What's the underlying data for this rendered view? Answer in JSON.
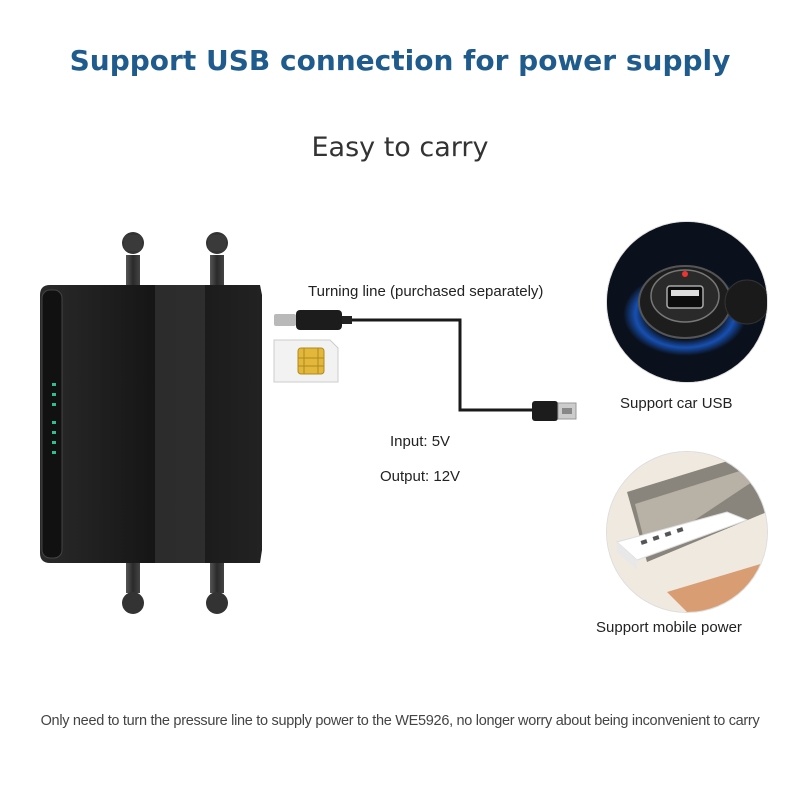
{
  "header": {
    "title": "Support USB connection for power supply",
    "subtitle": "Easy to carry"
  },
  "cable": {
    "label": "Turning line (purchased separately)",
    "input": "Input: 5V",
    "output": "Output: 12V"
  },
  "features": [
    {
      "label": "Support car USB",
      "icon": "car-usb-socket"
    },
    {
      "label": "Support mobile power",
      "icon": "power-bank"
    }
  ],
  "footer": {
    "note": "Only need to turn the pressure line to supply power to the WE5926, no longer worry about being inconvenient to carry"
  },
  "colors": {
    "title": "#1f5b8c",
    "router": "#1b1b1b",
    "led": "#2fbf8f"
  }
}
